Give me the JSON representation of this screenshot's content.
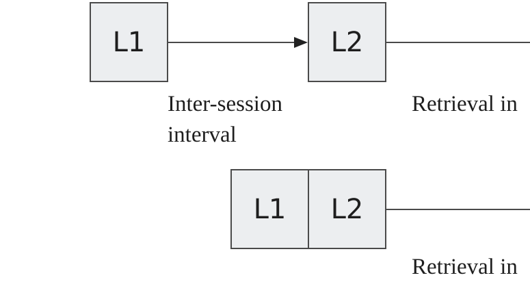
{
  "diagram": {
    "top_row": {
      "box1_label": "L1",
      "box2_label": "L2",
      "interval_label_line1": "Inter-session",
      "interval_label_line2": "interval",
      "retrieval_label": "Retrieval in"
    },
    "bottom_row": {
      "box1_label": "L1",
      "box2_label": "L2",
      "retrieval_label": "Retrieval in"
    }
  }
}
